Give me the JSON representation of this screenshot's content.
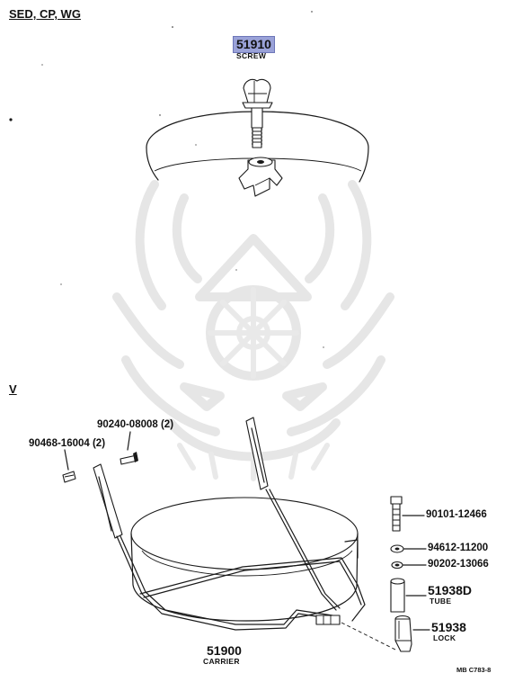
{
  "sections": {
    "upper": "SED, CP, WG",
    "lower": "V"
  },
  "parts": {
    "screw": {
      "number": "51910",
      "name": "SCREW"
    },
    "carrier": {
      "number": "51900",
      "name": "CARRIER"
    },
    "tube": {
      "number": "51938D",
      "name": "TUBE"
    },
    "lock": {
      "number": "51938",
      "name": "LOCK"
    },
    "bolt": {
      "number": "90101-12466"
    },
    "washer_1": {
      "number": "94612-11200"
    },
    "washer_2": {
      "number": "90202-13066"
    },
    "bolt_small": {
      "number": "90240-08008 (2)"
    },
    "pin": {
      "number": "90468-16004 (2)"
    }
  },
  "diagram_code": "MB  C783-8",
  "colors": {
    "highlight": "#9aa2d8",
    "ink": "#1a1a1a",
    "watermark": "#e6e6e6"
  }
}
